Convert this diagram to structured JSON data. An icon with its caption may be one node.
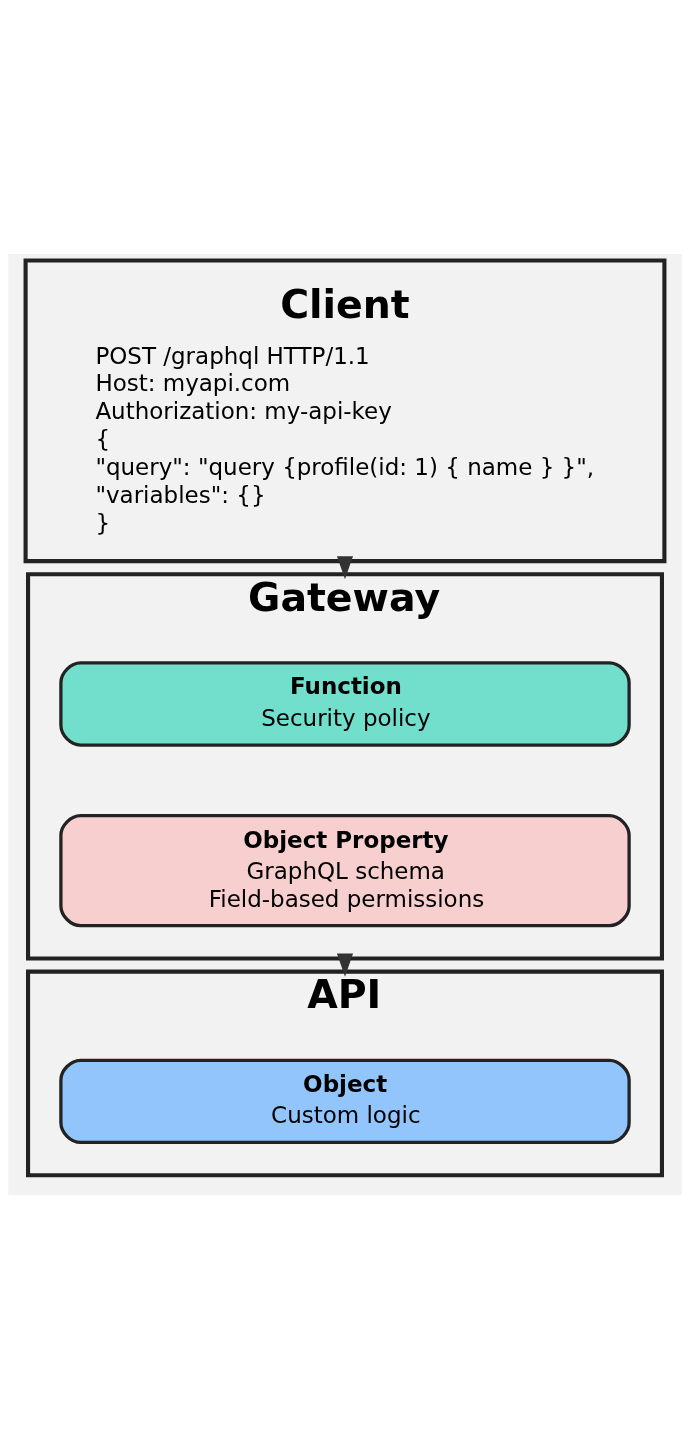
{
  "diagram": {
    "nodes": [
      {
        "text": [
          "Client",
          "POST /graphql HTTP/1.1",
          "Host: myapi.com",
          "Authorization: my-api-key",
          "{",
          "\"query\": \"query {profile(id: 1) { name } }\",",
          "\"variables\": {}",
          "}"
        ]
      },
      {
        "text": [
          "Gateway"
        ]
      },
      {
        "text": [
          "Function",
          "Security policy"
        ],
        "in": 1
      },
      {
        "text": [
          "Object Property",
          "GraphQL schema",
          "Field-based permissions"
        ],
        "in": 1
      },
      {
        "text": [
          "API"
        ]
      },
      {
        "text": [
          "Object",
          "Custom logic"
        ],
        "in": 4
      }
    ],
    "edges": [
      {
        "from": 0,
        "to": 1,
        "arrow": "to"
      },
      {
        "from": 1,
        "to": 4,
        "arrow": "to"
      }
    ]
  }
}
